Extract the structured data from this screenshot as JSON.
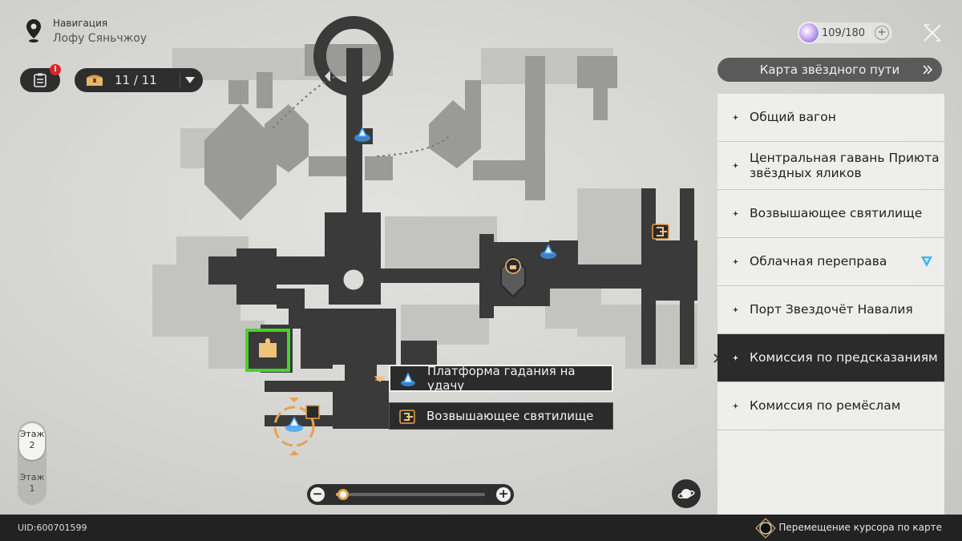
{
  "header": {
    "title": "Навигация",
    "location": "Лофу Сяньчжоу"
  },
  "chest_counter": "11 / 11",
  "journal_alert": "!",
  "stamina": "109/180",
  "starmap_button": "Карта звёздного пути",
  "locations": [
    {
      "label": "Общий вагон"
    },
    {
      "label": "Центральная гавань Приюта звёздных яликов"
    },
    {
      "label": "Возвышающее святилище"
    },
    {
      "label": "Облачная переправа"
    },
    {
      "label": "Порт Звездочёт Навалия"
    },
    {
      "label": "Комиссия по предсказаниям"
    },
    {
      "label": "Комиссия по ремёслам"
    }
  ],
  "selected_location": "Комиссия по предсказаниям",
  "current_location": "Облачная переправа",
  "floors": [
    {
      "label": "Этаж",
      "number": "2"
    },
    {
      "label": "Этаж",
      "number": "1"
    }
  ],
  "active_floor": "2",
  "zoom": {
    "minus": "−",
    "plus": "+",
    "level": 0.05
  },
  "tooltips": [
    {
      "label": "Платформа гадания на удачу",
      "icon": "space-anchor-icon"
    },
    {
      "label": "Возвышающее святилище",
      "icon": "exit-icon"
    }
  ],
  "footer": {
    "uid": "UID:600701599",
    "hint": "Перемещение курсора по карте"
  },
  "colors": {
    "highlight_green": "#4bd12a",
    "anchor_blue": "#3fa3ff",
    "accent_gold": "#e8a24a"
  }
}
